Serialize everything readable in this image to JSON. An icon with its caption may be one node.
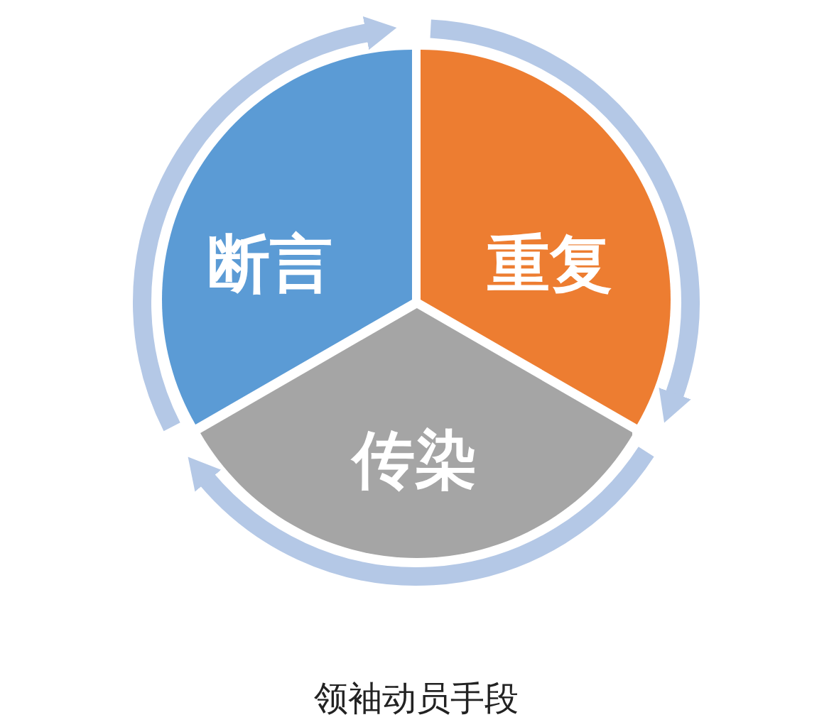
{
  "diagram": {
    "caption": "领袖动员手段",
    "nodes": [
      {
        "text": [
          "断言"
        ]
      },
      {
        "text": [
          "重复"
        ]
      },
      {
        "text": [
          "传染"
        ]
      }
    ]
  }
}
